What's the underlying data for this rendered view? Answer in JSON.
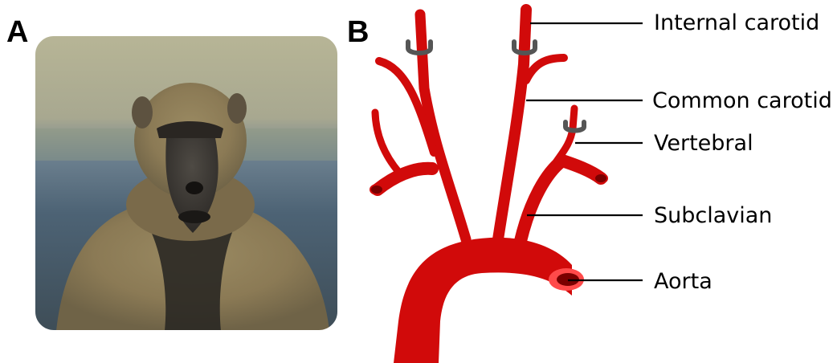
{
  "panels": {
    "a": {
      "letter": "A"
    },
    "b": {
      "letter": "B"
    }
  },
  "labels": {
    "internal_carotid": "Internal carotid",
    "common_carotid": "Common carotid",
    "vertebral": "Vertebral",
    "subclavian": "Subclavian",
    "aorta": "Aorta"
  },
  "icons": {
    "photo": "baboon-photo",
    "occluders": "occluder-clip-icon"
  },
  "colors": {
    "artery": "#d10a0a",
    "artery_dark": "#7a0000",
    "aorta_lumen": "#ff4a4a",
    "clip": "#555555",
    "leader": "#000000"
  }
}
